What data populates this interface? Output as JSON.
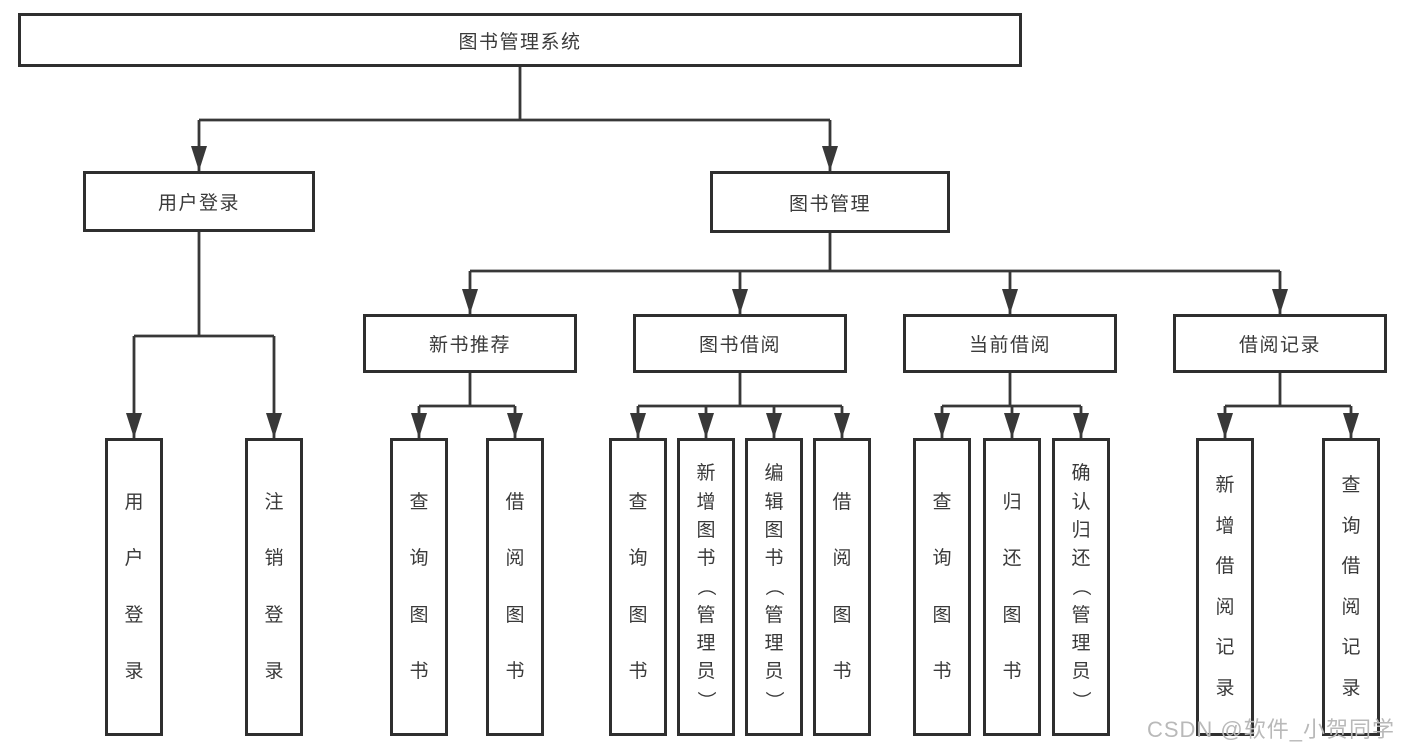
{
  "diagram_type": "hierarchy-tree",
  "tree": {
    "root": {
      "label": "图书管理系统",
      "children": [
        {
          "label": "用户登录",
          "children": [
            {
              "label": "用户登录"
            },
            {
              "label": "注销登录"
            }
          ]
        },
        {
          "label": "图书管理",
          "children": [
            {
              "label": "新书推荐",
              "children": [
                {
                  "label": "查询图书"
                },
                {
                  "label": "借阅图书"
                }
              ]
            },
            {
              "label": "图书借阅",
              "children": [
                {
                  "label": "查询图书"
                },
                {
                  "label": "新增图书（管理员）"
                },
                {
                  "label": "编辑图书（管理员）"
                },
                {
                  "label": "借阅图书"
                }
              ]
            },
            {
              "label": "当前借阅",
              "children": [
                {
                  "label": "查询图书"
                },
                {
                  "label": "归还图书"
                },
                {
                  "label": "确认归还（管理员）"
                }
              ]
            },
            {
              "label": "借阅记录",
              "children": [
                {
                  "label": "新增借阅记录"
                },
                {
                  "label": "查询借阅记录"
                }
              ]
            }
          ]
        }
      ]
    }
  },
  "watermark": "CSDN @软件_小贺同学",
  "colors": {
    "background": "#ffffff",
    "line": "#383838",
    "box_border": "#2f2f2f",
    "text": "#3a3a3a",
    "watermark": "#b9b9b9"
  }
}
